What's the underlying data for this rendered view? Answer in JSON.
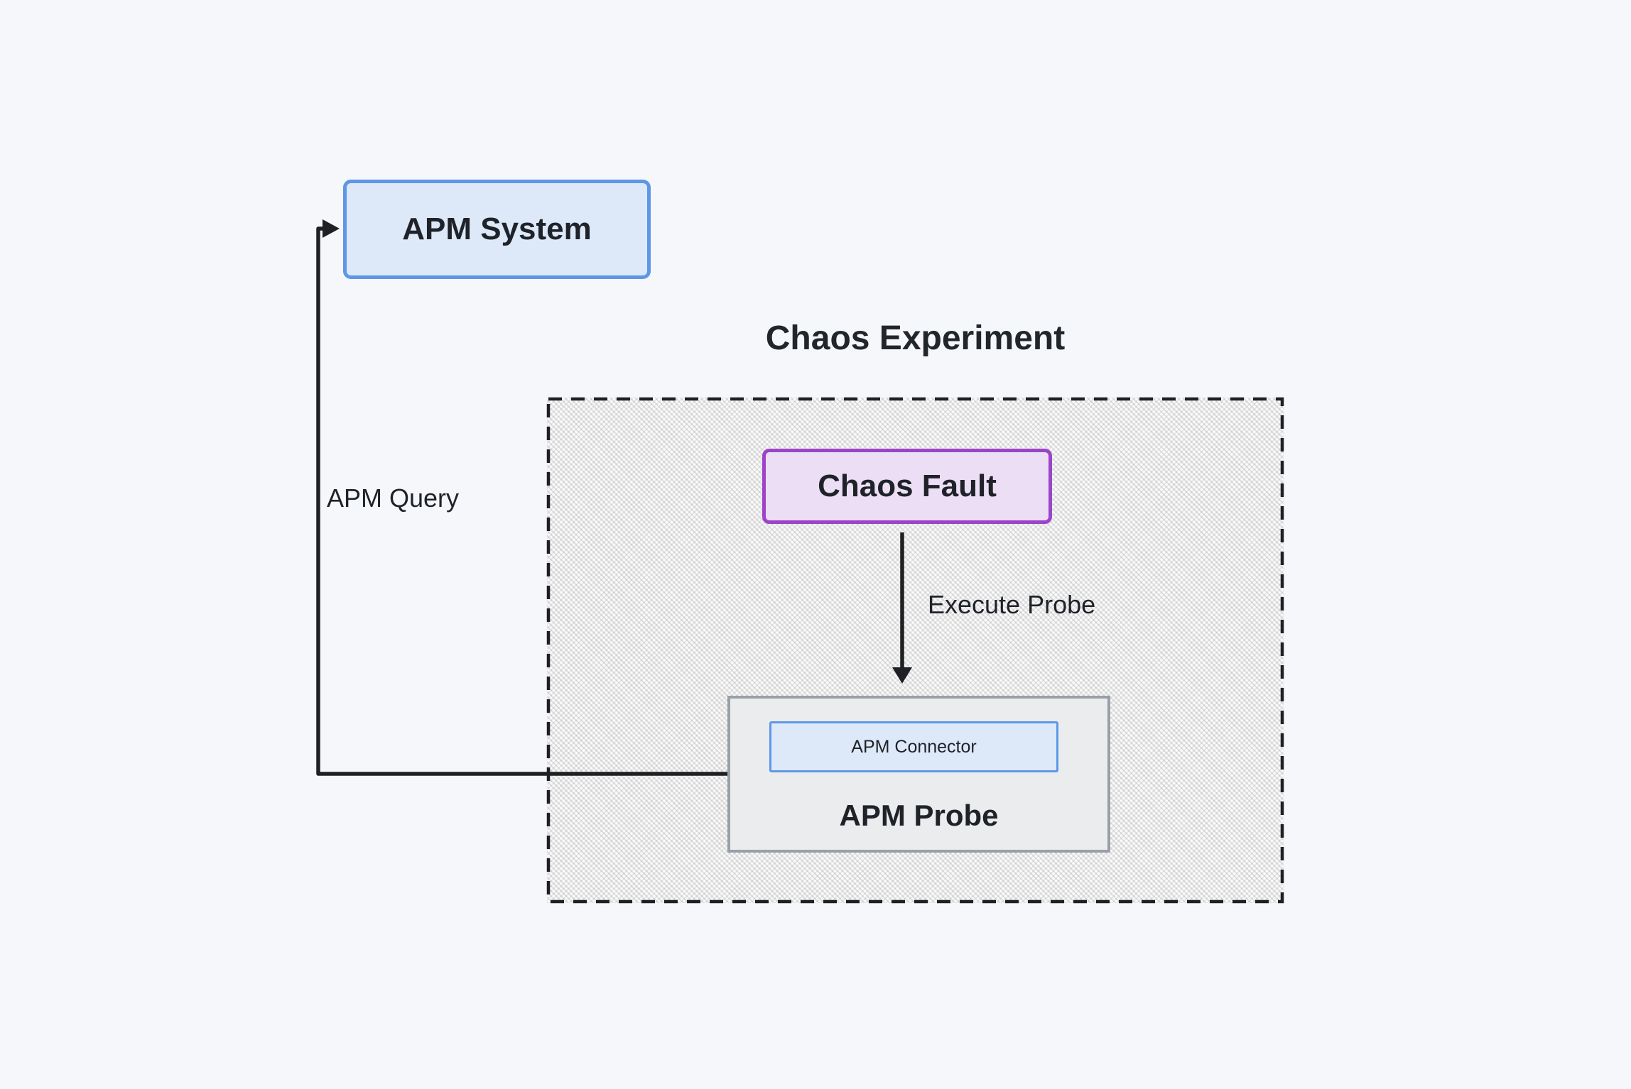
{
  "page": {
    "background": "#f5f7fa",
    "stroke_color": "#1f2023"
  },
  "diagram": {
    "title": "Chaos Experiment",
    "nodes": [
      {
        "id": "apm-system",
        "label": "APM System",
        "fill": "#dde9f9",
        "border": "#5e97e6"
      },
      {
        "id": "chaos-fault",
        "label": "Chaos Fault",
        "fill": "#ecdff5",
        "border": "#9c44c9"
      },
      {
        "id": "apm-probe",
        "label": "APM Probe",
        "fill": "#ebeced",
        "border": "#999fa7"
      },
      {
        "id": "apm-connector",
        "label": "APM Connector",
        "fill": "#dde9f9",
        "border": "#5e97e6"
      }
    ],
    "edges": [
      {
        "id": "execute-probe",
        "label": "Execute Probe",
        "from": "chaos-fault",
        "to": "apm-probe"
      },
      {
        "id": "apm-query",
        "label": "APM Query",
        "from": "apm-probe",
        "to": "apm-system"
      }
    ]
  }
}
